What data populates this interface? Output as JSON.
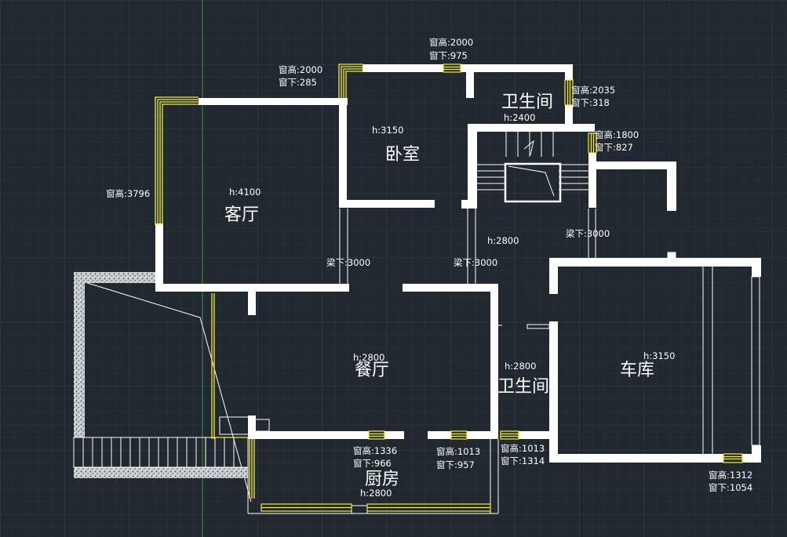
{
  "colors": {
    "background": "#212830",
    "grid_minor": "#2b333c",
    "grid_major": "#36404b",
    "wall": "#ffffff",
    "window": "#f2ee35",
    "axis": "#3f9a3a"
  },
  "rooms": {
    "living": "客厅",
    "bedroom": "卧室",
    "bath_top": "卫生间",
    "dining": "餐厅",
    "bath_mid": "卫生间",
    "garage": "车库",
    "kitchen": "厨房"
  },
  "heights": {
    "living": "h:4100",
    "bedroom": "h:3150",
    "bath_top": "h:2400",
    "corridor": "h:2800",
    "dining": "h:2800",
    "bath_mid": "h:2800",
    "garage": "h:3150",
    "kitchen": "h:2800"
  },
  "beams": {
    "left": "梁下:3000",
    "mid": "梁下:3000",
    "right": "梁下:3000"
  },
  "windows": {
    "top": {
      "height": "窗高:2000",
      "sill": "窗下:975"
    },
    "bedroom": {
      "height": "窗高:2000",
      "sill": "窗下:285"
    },
    "bath": {
      "height": "窗高:2035",
      "sill": "窗下:318"
    },
    "stair": {
      "height": "窗高:1800",
      "sill": "窗下:827"
    },
    "living": {
      "height": "窗高:3796"
    },
    "kitchen_a": {
      "height": "窗高:1336",
      "sill": "窗下:966"
    },
    "kitchen_b": {
      "height": "窗高:1013",
      "sill": "窗下:957"
    },
    "bath_low": {
      "height": "窗高:1013",
      "sill": "窗下:1314"
    },
    "garage": {
      "height": "窗高:1312",
      "sill": "窗下:1054"
    }
  }
}
